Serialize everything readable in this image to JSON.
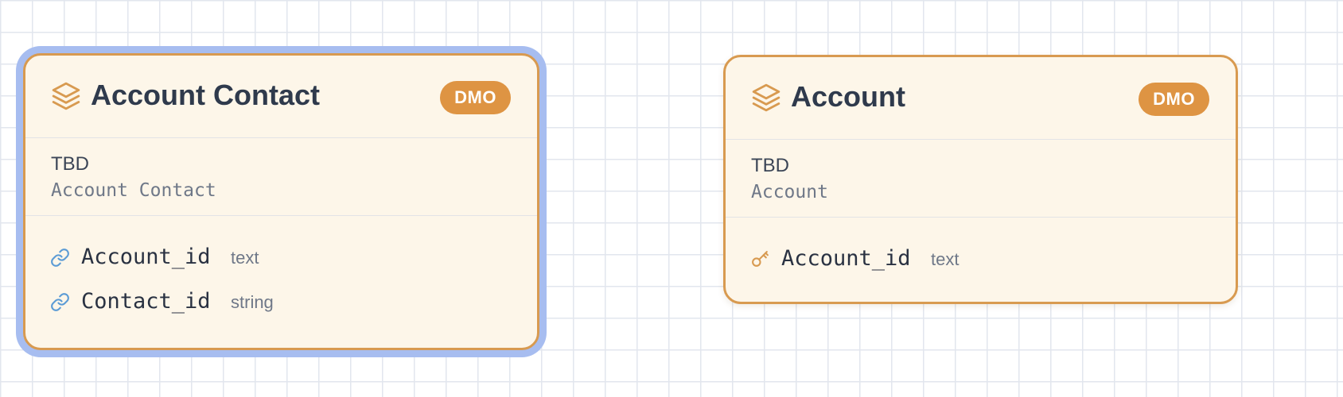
{
  "nodes": [
    {
      "title": "Account Contact",
      "badge": "DMO",
      "status": "TBD",
      "entity": "Account Contact",
      "selected": true,
      "fields": [
        {
          "name": "Account_id",
          "type": "text",
          "icon": "link-icon"
        },
        {
          "name": "Contact_id",
          "type": "string",
          "icon": "link-icon"
        }
      ]
    },
    {
      "title": "Account",
      "badge": "DMO",
      "status": "TBD",
      "entity": "Account",
      "selected": false,
      "fields": [
        {
          "name": "Account_id",
          "type": "text",
          "icon": "key-icon"
        }
      ]
    }
  ],
  "colors": {
    "node_border": "#d89a50",
    "node_fill": "#fdf6e9",
    "badge": "#de9443",
    "selection_ring": "#a7bdf0",
    "link_icon": "#5b9bd5",
    "key_icon": "#d89a50",
    "grid": "#e2e6ee"
  }
}
